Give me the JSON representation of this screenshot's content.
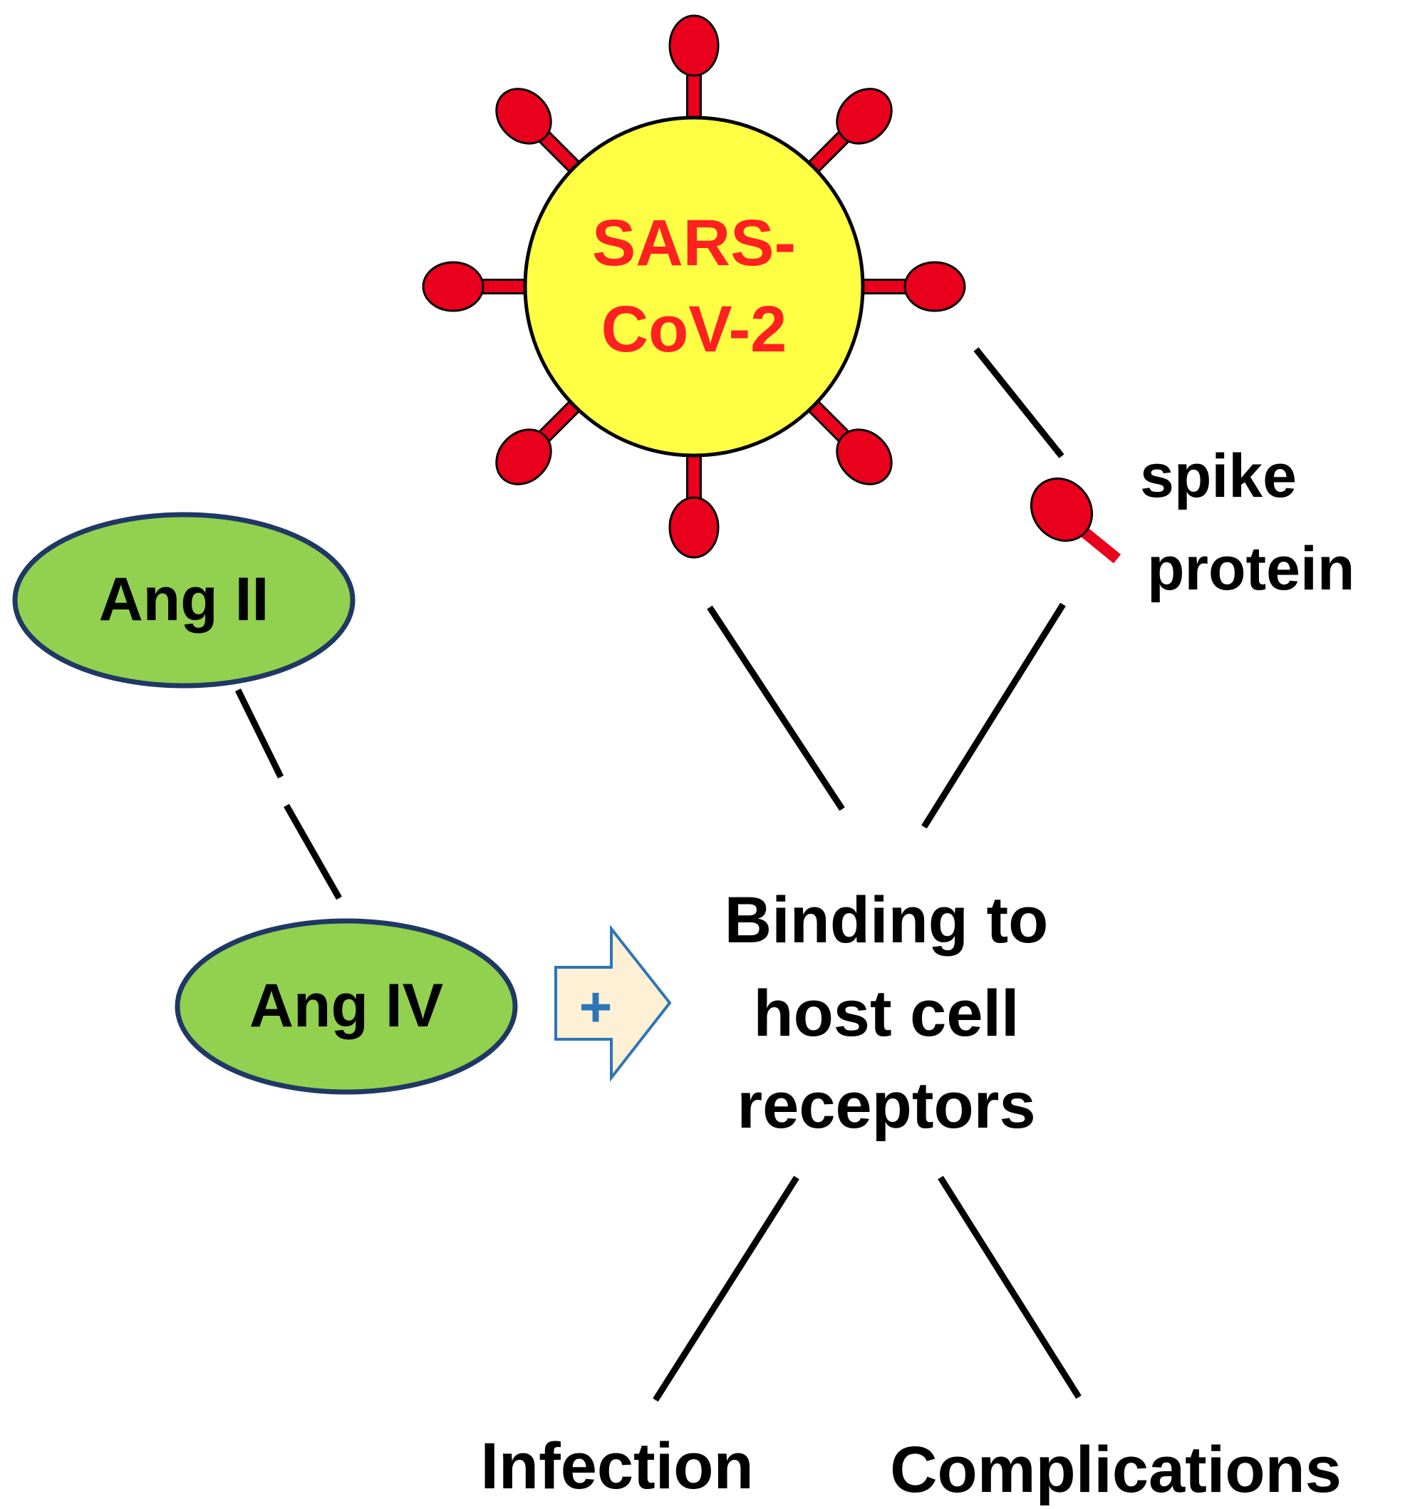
{
  "virus": {
    "name_line1": "SARS-",
    "name_line2": "CoV-2"
  },
  "spike": {
    "label_line1": "spike",
    "label_line2": "protein"
  },
  "ang2": {
    "label": "Ang II"
  },
  "ang4": {
    "label": "Ang IV"
  },
  "stimulation": {
    "symbol": "+"
  },
  "binding": {
    "line1": "Binding to",
    "line2": "host cell",
    "line3": "receptors"
  },
  "outcomes": {
    "infection": "Infection",
    "complications": "Complications"
  },
  "colors": {
    "virus_fill": "#ffff44",
    "virus_label": "#ff2020",
    "spike_red": "#e8001c",
    "ellipse_fill": "#92d050",
    "ellipse_stroke": "#1f3864",
    "arrow": "#000000",
    "plus_arrow_fill": "#fdf0d5",
    "plus_arrow_stroke": "#2e75b6",
    "plus_sign": "#2e75b6"
  }
}
